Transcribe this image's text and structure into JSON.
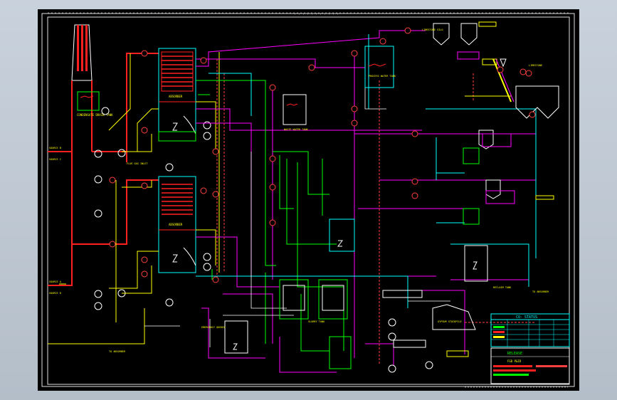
{
  "colors": {
    "background": "#000000",
    "frame": "#ffffff",
    "flue_gas": "#ff2020",
    "water": "#ffff00",
    "slurry": "#ff00ff",
    "process": "#00ff00",
    "cooling": "#00ffff",
    "tag": "#ff4040"
  },
  "legend": {
    "title": "CO- STATUS"
  },
  "title_block": {
    "heading": "RELEASE",
    "subtitle": "FGD P&ID"
  }
}
